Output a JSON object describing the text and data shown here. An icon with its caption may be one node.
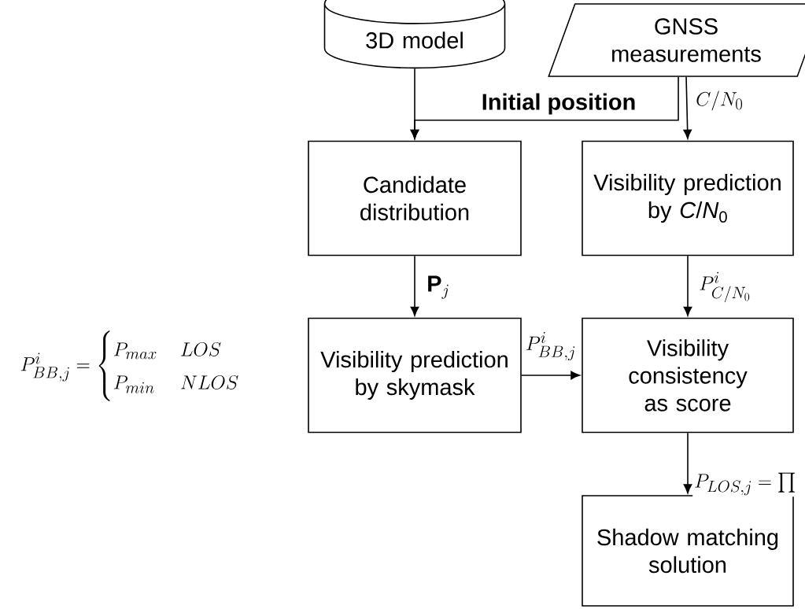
{
  "diagram": {
    "nodes": [
      {
        "text": [
          "3D model"
        ]
      },
      {
        "text": [
          "GNSS measurements"
        ]
      },
      {
        "text": [
          "Candidate distribution"
        ]
      },
      {
        "text": [
          "Visibility prediction by *C*/*N*$_{0}$"
        ]
      },
      {
        "text": [
          "Visibility prediction by skymask"
        ]
      },
      {
        "text": [
          "Visibility consistency as score"
        ]
      },
      {
        "text": [
          "Shadow matching solution"
        ]
      }
    ],
    "edges": [
      {
        "from": 0,
        "to": 2,
        "arrow": "to"
      },
      {
        "from": 1,
        "to": 2,
        "arrow": "to",
        "label": "Initial position"
      },
      {
        "from": 1,
        "to": 3,
        "arrow": "to",
        "label": "C/N_0"
      },
      {
        "from": 2,
        "to": 4,
        "arrow": "to",
        "label": "\\mathbf{P}_j"
      },
      {
        "from": 3,
        "to": 5,
        "arrow": "to",
        "label": "P^i_{C/N_0}"
      },
      {
        "from": 4,
        "to": 5,
        "arrow": "to",
        "label": "P^i_{BB,j}"
      },
      {
        "from": 5,
        "to": 6,
        "arrow": "to",
        "label": "P_{LOS,j} = \\prod"
      }
    ],
    "labels": [
      "P^i_{BB,j} = \\begin{cases} P_{max} & LOS \\\\ P_{min} & NLOS \\end{cases}"
    ]
  }
}
